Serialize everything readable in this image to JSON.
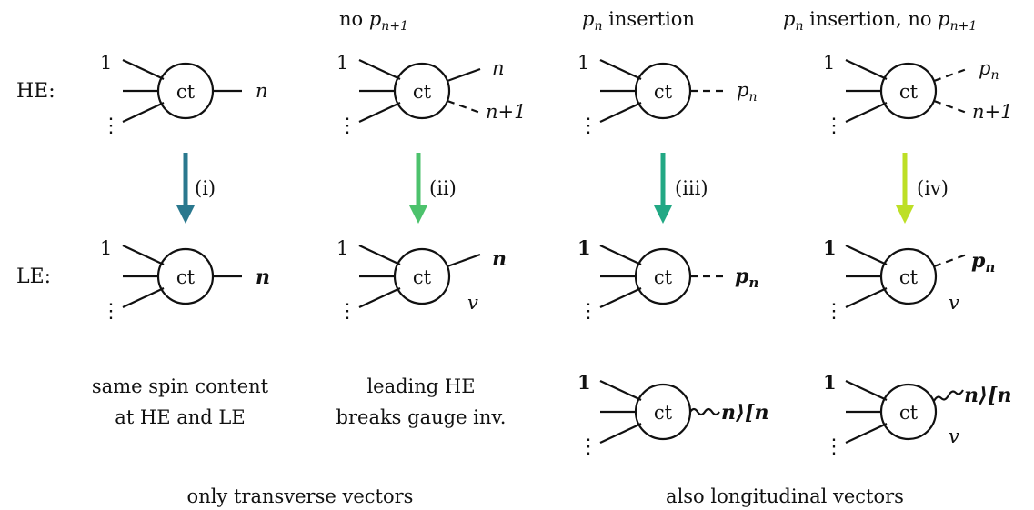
{
  "rows": {
    "he": "HE:",
    "le": "LE:"
  },
  "vertex_label": "ct",
  "header": {
    "c2": {
      "pre": "no ",
      "p": "p",
      "sub": "n+1"
    },
    "c3": {
      "p": "p",
      "sub": "n",
      "post": " insertion"
    },
    "c4": {
      "p": "p",
      "sub": "n",
      "mid": " insertion, no ",
      "p2": "p",
      "sub2": "n+1"
    }
  },
  "legs": {
    "one": "1",
    "vdots": "⋮",
    "n": "n",
    "n1": "n+1",
    "pn_p": "p",
    "pn_sub": "n",
    "v": "v",
    "n_bra": "n⟩[n"
  },
  "arrows": [
    {
      "label": "(i)",
      "color": "#2a788e"
    },
    {
      "label": "(ii)",
      "color": "#4cc26c"
    },
    {
      "label": "(iii)",
      "color": "#22a884"
    },
    {
      "label": "(iv)",
      "color": "#bddf26"
    }
  ],
  "captions": {
    "c1_l1": "same spin content",
    "c1_l2": "at HE and LE",
    "c2_l1": "leading HE",
    "c2_l2": "breaks gauge inv.",
    "bottom_left": "only transverse vectors",
    "bottom_right": "also longitudinal vectors"
  }
}
